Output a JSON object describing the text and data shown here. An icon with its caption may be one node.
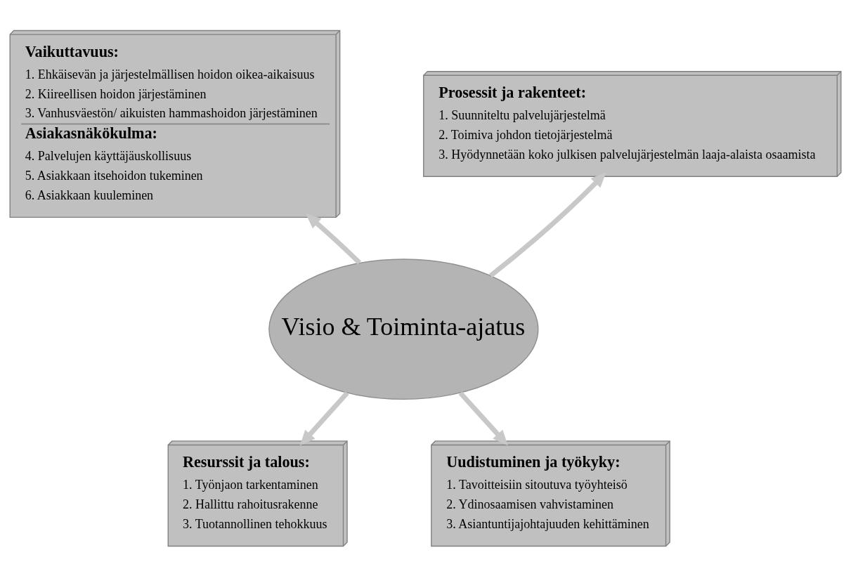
{
  "diagram": {
    "nodes": [
      {
        "text": [
          "Vaikuttavuus:",
          "1. Ehkäisevän ja järjestelmällisen hoidon oikea-aikaisuus",
          "2. Kiireellisen hoidon järjestäminen",
          "3. Vanhusväestön/ aikuisten hammashoidon järjestäminen",
          "Asiakasnäkökulma:",
          "4. Palvelujen käyttäjäuskollisuus",
          "5. Asiakkaan itsehoidon tukeminen",
          "6. Asiakkaan kuuleminen"
        ]
      },
      {
        "text": [
          "Prosessit ja rakenteet:",
          "1. Suunniteltu palvelujärjestelmä",
          "2. Toimiva johdon tietojärjestelmä",
          "3. Hyödynnetään koko julkisen palvelujärjestelmän laaja-alaista osaamista"
        ]
      },
      {
        "text": [
          "Visio & Toiminta-ajatus"
        ]
      },
      {
        "text": [
          "Resurssit ja talous:",
          "1. Työnjaon tarkentaminen",
          "2. Hallittu rahoitusrakenne",
          "3. Tuotannollinen tehokkuus"
        ]
      },
      {
        "text": [
          "Uudistuminen ja työkyky:",
          "1. Tavoitteisiin sitoutuva työyhteisö",
          "2. Ydinosaamisen vahvistaminen",
          "3. Asiantuntijajohtajuuden kehittäminen"
        ]
      }
    ],
    "edges": [
      {
        "from": 2,
        "to": 0,
        "arrow": "to"
      },
      {
        "from": 2,
        "to": 1,
        "arrow": "to"
      },
      {
        "from": 2,
        "to": 3,
        "arrow": "to"
      },
      {
        "from": 2,
        "to": 4,
        "arrow": "to"
      }
    ]
  }
}
